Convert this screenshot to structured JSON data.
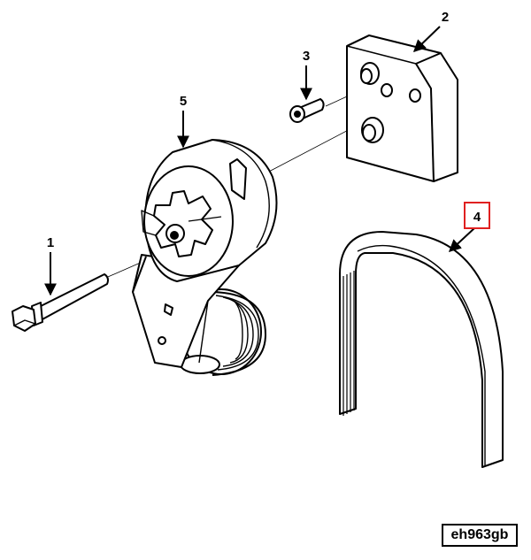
{
  "figure": {
    "id_label": "eh963gb"
  },
  "callouts": [
    {
      "number": "1",
      "part": "bolt-icon"
    },
    {
      "number": "2",
      "part": "mounting-bracket-icon"
    },
    {
      "number": "3",
      "part": "capscrew-icon"
    },
    {
      "number": "4",
      "part": "drive-belt-icon",
      "highlighted": true
    },
    {
      "number": "5",
      "part": "belt-tensioner-icon"
    }
  ],
  "colors": {
    "line": "#000000",
    "highlight": "#e02020",
    "background": "#ffffff"
  }
}
